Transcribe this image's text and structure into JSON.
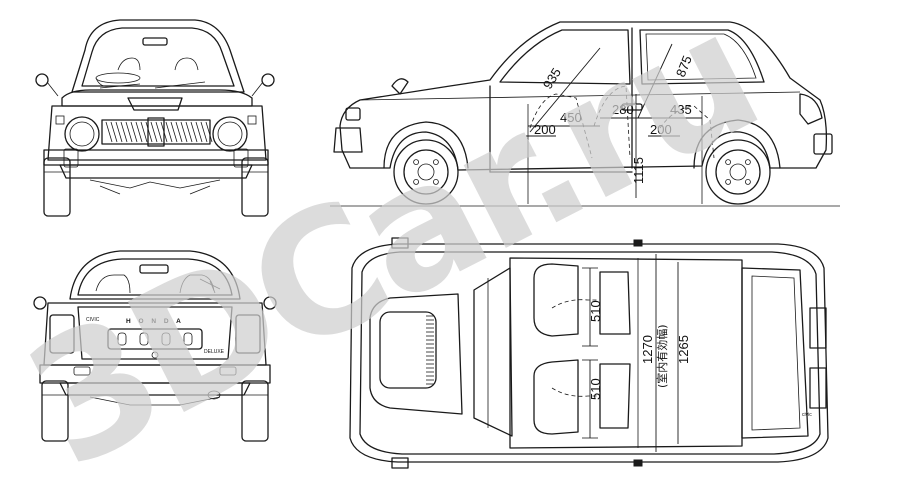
{
  "watermark": {
    "text": "3DCar.ru",
    "color": "#cfcfcf"
  },
  "views": {
    "front": {
      "name": "front-view"
    },
    "side": {
      "name": "side-view"
    },
    "rear": {
      "name": "rear-view"
    },
    "top": {
      "name": "top-view"
    }
  },
  "rear_badges": {
    "model": "CIVIC",
    "brand": "H O N D A",
    "trim": "DELUXE"
  },
  "top_badge": "civic",
  "dimensions": {
    "side": {
      "d935": "935",
      "d875": "875",
      "d450": "450",
      "d280": "280",
      "d435": "435",
      "d200a": "200",
      "d200b": "200",
      "d1115": "1115"
    },
    "top": {
      "d510a": "510",
      "d510b": "510",
      "d1270": "1270",
      "d1265": "1265",
      "jp_label": "(室内有効幅)"
    }
  }
}
